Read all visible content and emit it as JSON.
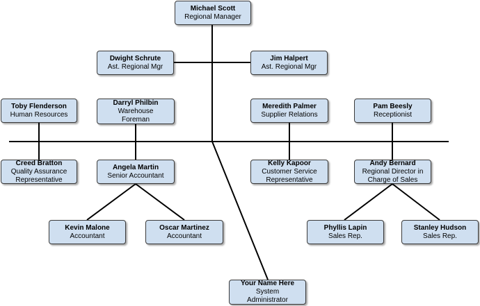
{
  "style": {
    "node_fill": "#cfdff0",
    "node_border": "#3a3a3a",
    "line_color": "#000000"
  },
  "nodes": {
    "michael": {
      "name": "Michael Scott",
      "title": "Regional Manager"
    },
    "dwight": {
      "name": "Dwight Schrute",
      "title": "Ast. Regional Mgr"
    },
    "jim": {
      "name": "Jim Halpert",
      "title": "Ast. Regional Mgr"
    },
    "toby": {
      "name": "Toby Flenderson",
      "title": "Human Resources"
    },
    "darryl": {
      "name": "Darryl Philbin",
      "title": "Warehouse\nForeman"
    },
    "meredith": {
      "name": "Meredith Palmer",
      "title": "Supplier Relations"
    },
    "pam": {
      "name": "Pam Beesly",
      "title": "Receptionist"
    },
    "creed": {
      "name": "Creed Bratton",
      "title": "Quality Assurance\nRepresentative"
    },
    "angela": {
      "name": "Angela Martin",
      "title": "Senior Accountant"
    },
    "kelly": {
      "name": "Kelly Kapoor",
      "title": "Customer Service\nRepresentative"
    },
    "andy": {
      "name": "Andy Bernard",
      "title": "Regional Director in\nCharge of Sales"
    },
    "kevin": {
      "name": "Kevin Malone",
      "title": "Accountant"
    },
    "oscar": {
      "name": "Oscar Martinez",
      "title": "Accountant"
    },
    "phyllis": {
      "name": "Phyllis Lapin",
      "title": "Sales Rep."
    },
    "stanley": {
      "name": "Stanley Hudson",
      "title": "Sales Rep."
    },
    "you": {
      "name": "Your Name Here",
      "title": "System\nAdministrator"
    }
  }
}
